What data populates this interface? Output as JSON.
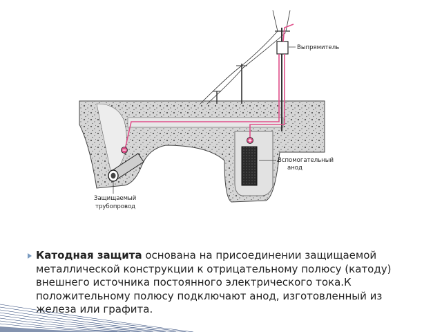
{
  "diagram": {
    "labels": {
      "rectifier": "Выпрямитель",
      "anode_line1": "Вспомогательный",
      "anode_line2": "анод",
      "pipe_line1": "Защищаемый",
      "pipe_line2": "трубопровод"
    }
  },
  "content": {
    "bold_term": "Катодная защита",
    "text": " основана на присоединении защищаемой металлической конструкции к отрицательному полюсу (катоду) внешнего источника постоянного электрического тока.К положительному полюсу подключают анод, изготовленный из железа или графита."
  },
  "colors": {
    "wire": "#e0508a",
    "soil": "#d9d9d9",
    "bullet": "#7a9bc0"
  }
}
